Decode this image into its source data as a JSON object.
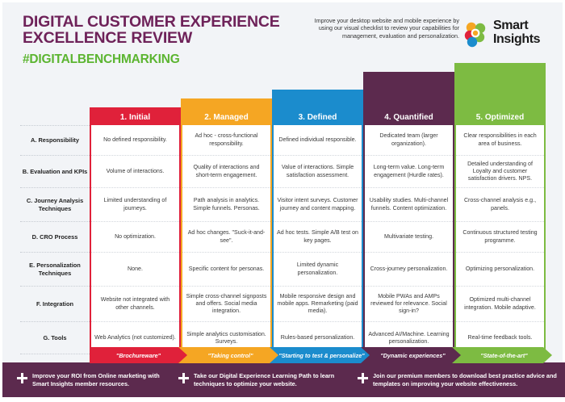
{
  "header": {
    "title_line1": "DIGITAL CUSTOMER EXPERIENCE",
    "title_line2": "EXCELLENCE REVIEW",
    "hashtag": "#DIGITALBENCHMARKING",
    "intro": "Improve your desktop website and mobile experience by using our visual checklist to review your capabilities for management, evaluation and personalization.",
    "logo_line1": "Smart",
    "logo_line2": "Insights",
    "logo_icon": "smart-insights-logo-icon"
  },
  "colors": {
    "background": "#f2f4f7",
    "title": "#6e2259",
    "hashtag": "#5cb531",
    "level1": "#e0213a",
    "level2": "#f5a623",
    "level3": "#1b8ccd",
    "level4": "#5c2a4e",
    "level5": "#7dbb42",
    "footer": "#5c2a4e",
    "cell_text": "#3a3a3a"
  },
  "matrix": {
    "row_labels": [
      "A. Responsibility",
      "B. Evaluation and KPIs",
      "C. Journey Analysis Techniques",
      "D. CRO Process",
      "E. Personalization Techniques",
      "F. Integration",
      "G. Tools"
    ],
    "columns": [
      {
        "header": "1. Initial",
        "color": "#e0213a",
        "banner": "\"Brochureware\"",
        "cells": [
          "No defined responsibility.",
          "Volume of interactions.",
          "Limited understanding of journeys.",
          "No optimization.",
          "None.",
          "Website not integrated with other channels.",
          "Web Analytics (not customized)."
        ]
      },
      {
        "header": "2. Managed",
        "color": "#f5a623",
        "banner": "\"Taking control\"",
        "cells": [
          "Ad hoc - cross-functional responsibility.",
          "Quality of interactions and short-term engagement.",
          "Path analysis in analytics. Simple funnels. Personas.",
          "Ad hoc changes. \"Suck-it-and-see\".",
          "Specific content for personas.",
          "Simple cross-channel signposts and offers. Social media integration.",
          "Simple analytics customisation. Surveys."
        ]
      },
      {
        "header": "3. Defined",
        "color": "#1b8ccd",
        "banner": "\"Starting to test & personalize\"",
        "cells": [
          "Defined individual responsible.",
          "Value of interactions. Simple satisfaction assessment.",
          "Visitor intent surveys. Customer journey and content mapping.",
          "Ad hoc tests. Simple A/B test on key pages.",
          "Limited dynamic personalization.",
          "Mobile responsive design and mobile apps. Remarketing (paid media).",
          "Rules-based personalization."
        ]
      },
      {
        "header": "4. Quantified",
        "color": "#5c2a4e",
        "banner": "\"Dynamic experiences\"",
        "cells": [
          "Dedicated team (larger organization).",
          "Long-term value. Long-term engagement (Hurdle rates).",
          "Usability studies. Multi-channel funnels. Content optimization.",
          "Multivariate testing.",
          "Cross-journey personalization.",
          "Mobile PWAs and AMPs reviewed for relevance. Social sign-in?",
          "Advanced AI/Machine. Learning personalization."
        ]
      },
      {
        "header": "5. Optimized",
        "color": "#7dbb42",
        "banner": "\"State-of-the-art\"",
        "cells": [
          "Clear responsibilities in each area of business.",
          "Detailed understanding of Loyalty and customer satisfaction drivers. NPS.",
          "Cross-channel analysis e.g., panels.",
          "Continuous structured testing programme.",
          "Optimizing personalization.",
          "Optimized multi-channel integration. Mobile adaptive.",
          "Real-time feedback tools."
        ]
      }
    ]
  },
  "footer": {
    "items": [
      "Improve your ROI from Online marketing with Smart Insights member resources.",
      "Take our Digital Experience Learning Path to learn techniques to optimize your website.",
      "Join our premium members to download best practice advice and templates on improving your website effectiveness."
    ]
  }
}
